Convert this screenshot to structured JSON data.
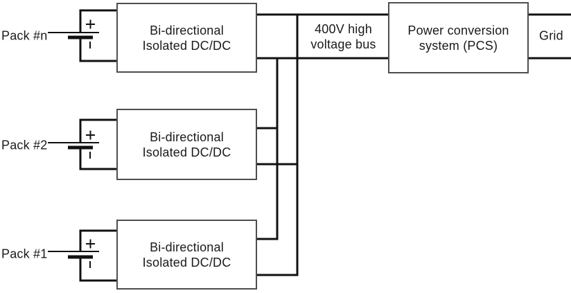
{
  "units": [
    {
      "pack_label": "Pack #n",
      "converter": {
        "line1": "Bi-directional",
        "line2": "Isolated DC/DC"
      }
    },
    {
      "pack_label": "Pack #2",
      "converter": {
        "line1": "Bi-directional",
        "line2": "Isolated DC/DC"
      }
    },
    {
      "pack_label": "Pack #1",
      "converter": {
        "line1": "Bi-directional",
        "line2": "Isolated DC/DC"
      }
    }
  ],
  "bus": {
    "line1": "400V high",
    "line2": "voltage bus"
  },
  "pcs": {
    "line1": "Power conversion",
    "line2": "system (PCS)"
  },
  "grid_label": "Grid",
  "battery": {
    "positive_marker": "+",
    "negative_marker": "|"
  },
  "colors": {
    "wire": "#111111",
    "box_border": "#4d4d4d",
    "text": "#1a1a1a",
    "background": "#ffffff"
  }
}
